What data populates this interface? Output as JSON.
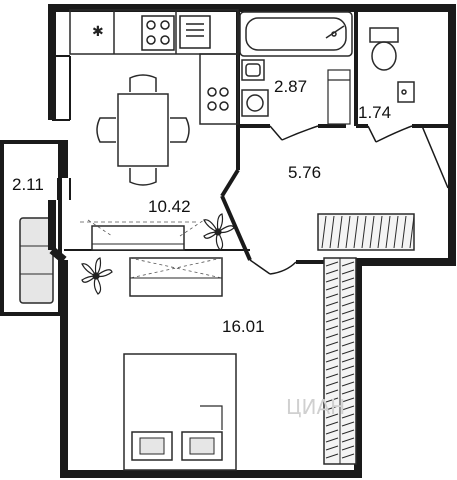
{
  "rooms": [
    {
      "id": "balcony",
      "area": "2.11"
    },
    {
      "id": "kitchen",
      "area": "10.42"
    },
    {
      "id": "bathroom",
      "area": "2.87"
    },
    {
      "id": "wc",
      "area": "1.74"
    },
    {
      "id": "hall",
      "area": "5.76"
    },
    {
      "id": "bedroom",
      "area": "16.01"
    }
  ],
  "watermark": {
    "text": "ЦИАН"
  },
  "colors": {
    "wall": "#1a1a1a",
    "furniture": "#2a2a2a",
    "fixture_fill": "#e6e6e6",
    "light_fill": "#f4f4f4"
  }
}
